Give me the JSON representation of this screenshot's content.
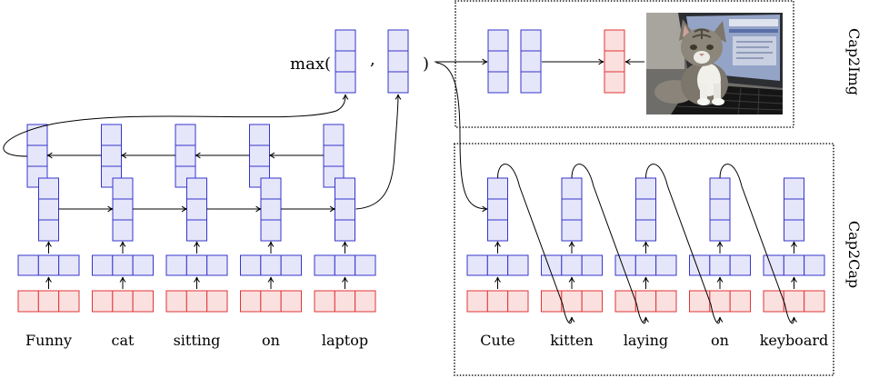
{
  "encoder": {
    "words": [
      "Funny",
      "cat",
      "sitting",
      "on",
      "laptop"
    ]
  },
  "pooling": {
    "open": "max(",
    "comma": ",",
    "close": ")"
  },
  "cap2img": {
    "label": "Cap2Img"
  },
  "cap2cap": {
    "label": "Cap2Cap",
    "words": [
      "Cute",
      "kitten",
      "laying",
      "on",
      "keyboard"
    ]
  },
  "icons": {
    "photo": "kitten-on-laptop-photo"
  },
  "colors": {
    "hidden_fill": "#e6e6fa",
    "hidden_stroke": "#3535cc",
    "embedding_fill": "#fbe0e0",
    "embedding_stroke": "#e03535",
    "line": "#000000"
  }
}
